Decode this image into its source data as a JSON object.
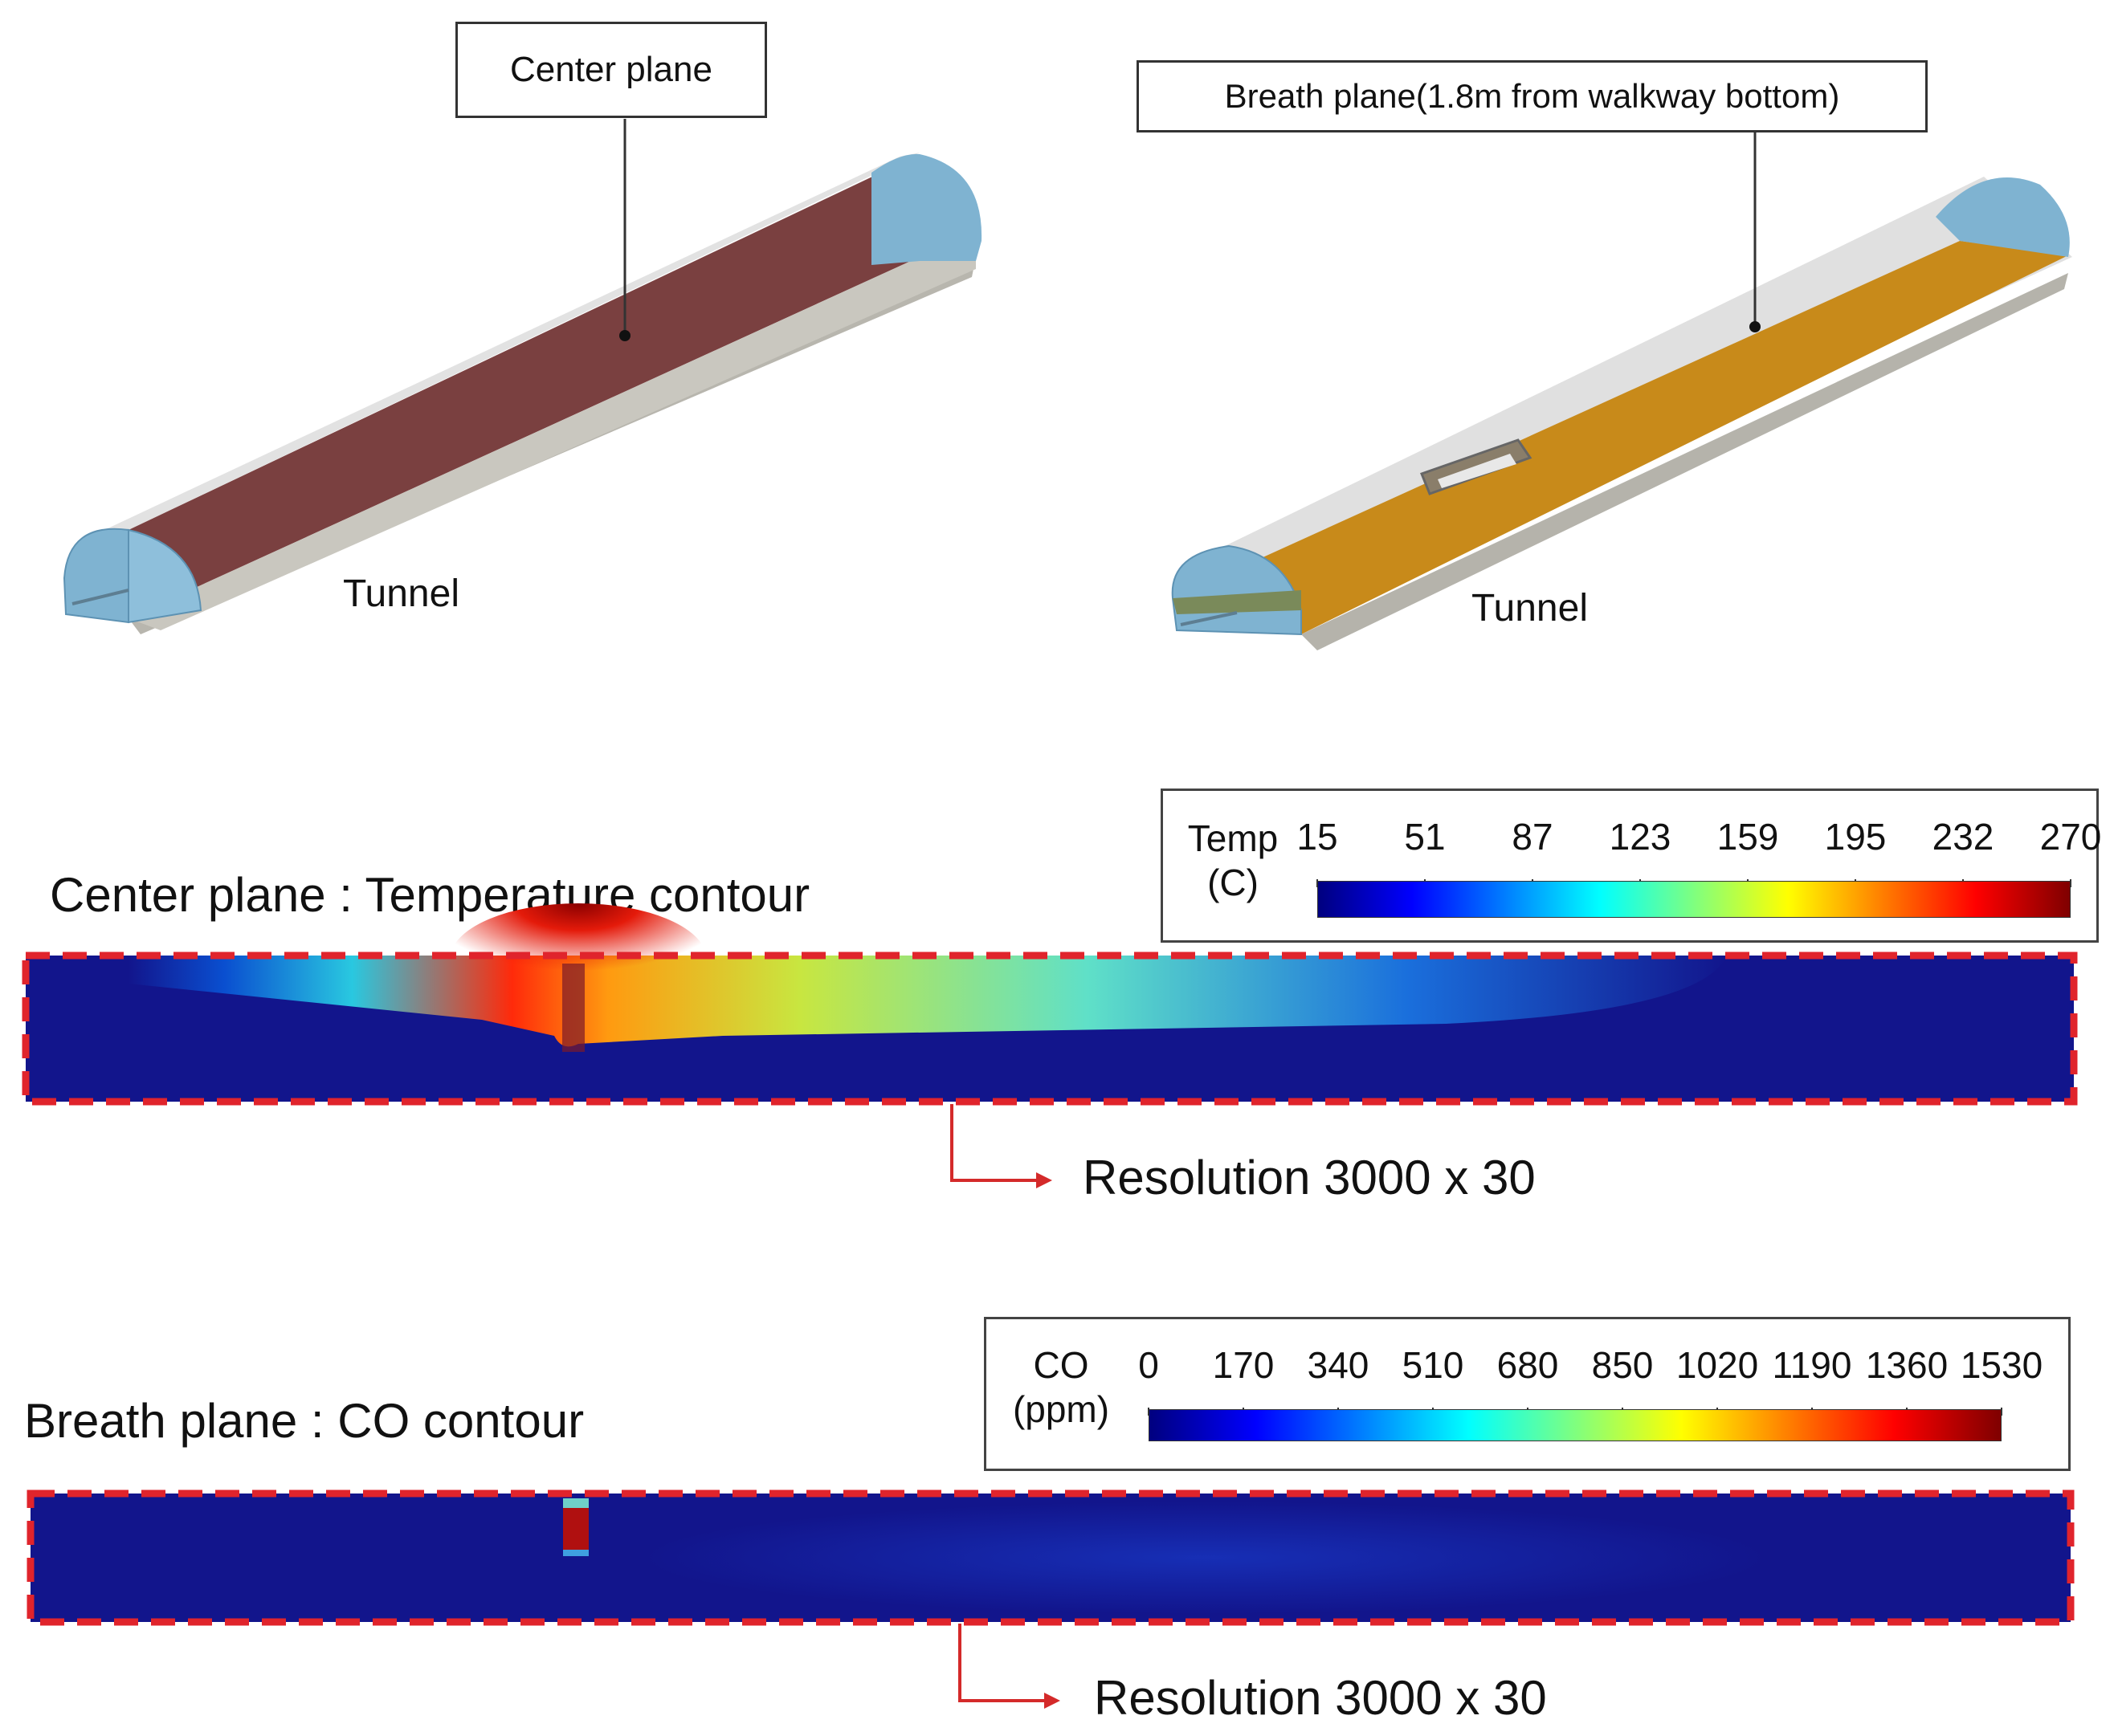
{
  "top_left": {
    "callout": "Center plane",
    "tunnel_label": "Tunnel"
  },
  "top_right": {
    "callout": "Breath plane(1.8m from walkway bottom)",
    "tunnel_label": "Tunnel"
  },
  "temperature": {
    "title": "Center plane : Temperature contour",
    "legend_var": "Temp",
    "legend_unit": "(C)",
    "ticks": [
      "15",
      "51",
      "87",
      "123",
      "159",
      "195",
      "232",
      "270"
    ],
    "resolution": "Resolution 3000 x 30",
    "colors": [
      "#00007f",
      "#0000ff",
      "#007fff",
      "#00ffff",
      "#7fff7f",
      "#ffff00",
      "#ff7f00",
      "#ff0000",
      "#7f0000"
    ]
  },
  "co": {
    "title": "Breath plane : CO contour",
    "legend_var": "CO",
    "legend_unit": "(ppm)",
    "ticks": [
      "0",
      "170",
      "340",
      "510",
      "680",
      "850",
      "1020",
      "1190",
      "1360",
      "1530"
    ],
    "resolution": "Resolution 3000 x 30",
    "colors": [
      "#00007f",
      "#0000ff",
      "#007fff",
      "#00ffff",
      "#7fff7f",
      "#ffff00",
      "#ff7f00",
      "#ff0000",
      "#7f0000"
    ]
  },
  "colors": {
    "center_plane": "#7a4040",
    "breath_plane": "#c88a1a",
    "tunnel_end": "#7fb3d1",
    "tunnel_shell": "#d0d0cc",
    "field_base": "#12158c",
    "dashed_border": "#e0242c",
    "arrow": "#d42a2a"
  }
}
